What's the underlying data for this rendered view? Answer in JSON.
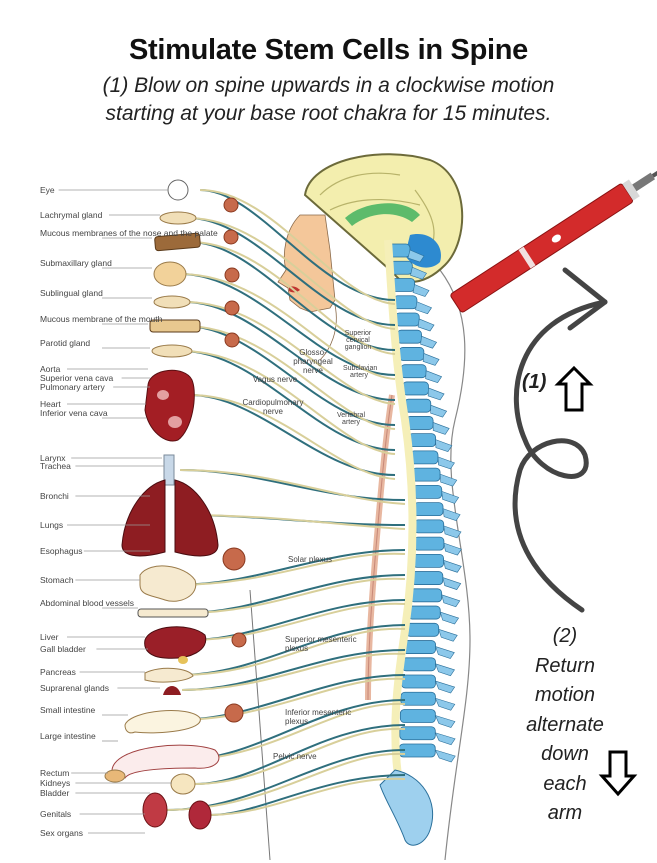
{
  "header": {
    "title": "Stimulate Stem Cells in Spine",
    "subtitle_line1": "(1) Blow on spine upwards in a clockwise motion",
    "subtitle_line2": "starting at your base root chakra for 15 minutes."
  },
  "organ_labels": [
    {
      "text": "Eye"
    },
    {
      "text": "Lachrymal gland"
    },
    {
      "text": "Mucous membranes of the nose and the palate"
    },
    {
      "text": "Submaxillary gland"
    },
    {
      "text": "Sublingual gland"
    },
    {
      "text": "Mucous membrane of the mouth"
    },
    {
      "text": "Parotid gland"
    },
    {
      "text": "Aorta"
    },
    {
      "text": "Superior vena cava"
    },
    {
      "text": "Pulmonary artery"
    },
    {
      "text": "Heart"
    },
    {
      "text": "Inferior vena cava"
    },
    {
      "text": "Larynx"
    },
    {
      "text": "Trachea"
    },
    {
      "text": "Bronchi"
    },
    {
      "text": "Lungs"
    },
    {
      "text": "Esophagus"
    },
    {
      "text": "Stomach"
    },
    {
      "text": "Abdominal blood vessels"
    },
    {
      "text": "Liver"
    },
    {
      "text": "Gall bladder"
    },
    {
      "text": "Pancreas"
    },
    {
      "text": "Suprarenal glands"
    },
    {
      "text": "Small intestine"
    },
    {
      "text": "Large intestine"
    },
    {
      "text": "Rectum"
    },
    {
      "text": "Kidneys"
    },
    {
      "text": "Bladder"
    },
    {
      "text": "Genitals"
    },
    {
      "text": "Sex organs"
    }
  ],
  "nerve_labels": {
    "glossopharyngeal": "Glosso- pharyngeal nerve",
    "vagus": "Vagus nerve",
    "cardiopulmonary": "Cardiopulmonary nerve",
    "superior_cervical_ganglion": "Superior cervical ganglion",
    "subclavian_artery": "Subclavian artery",
    "vertebral_artery": "Vertebral artery",
    "solar_plexus": "Solar plexus",
    "superior_mesenteric_plexus": "Superior mesenteric plexus",
    "inferior_mesenteric_plexus": "Inferior mesenteric plexus",
    "pelvic_nerve": "Pelvic nerve"
  },
  "instructions": {
    "step1_label": "(1)",
    "step1_arrow": "up-arrow",
    "step2_lines": [
      "(2)",
      "Return",
      "motion",
      "alternate",
      "down",
      "each",
      "arm"
    ],
    "step2_arrow": "down-arrow"
  },
  "device": {
    "name": "red-handheld-device",
    "color": "#d32b2b"
  },
  "colors": {
    "spine_blue": "#5fb3e0",
    "nerve_teal": "#2f6f7d",
    "nerve_tan": "#d8cf9a",
    "ganglion": "#c76a4b",
    "organ_red": "#8e1d22",
    "brain_yellow": "#f3eeae",
    "skin": "#f4c79a"
  }
}
